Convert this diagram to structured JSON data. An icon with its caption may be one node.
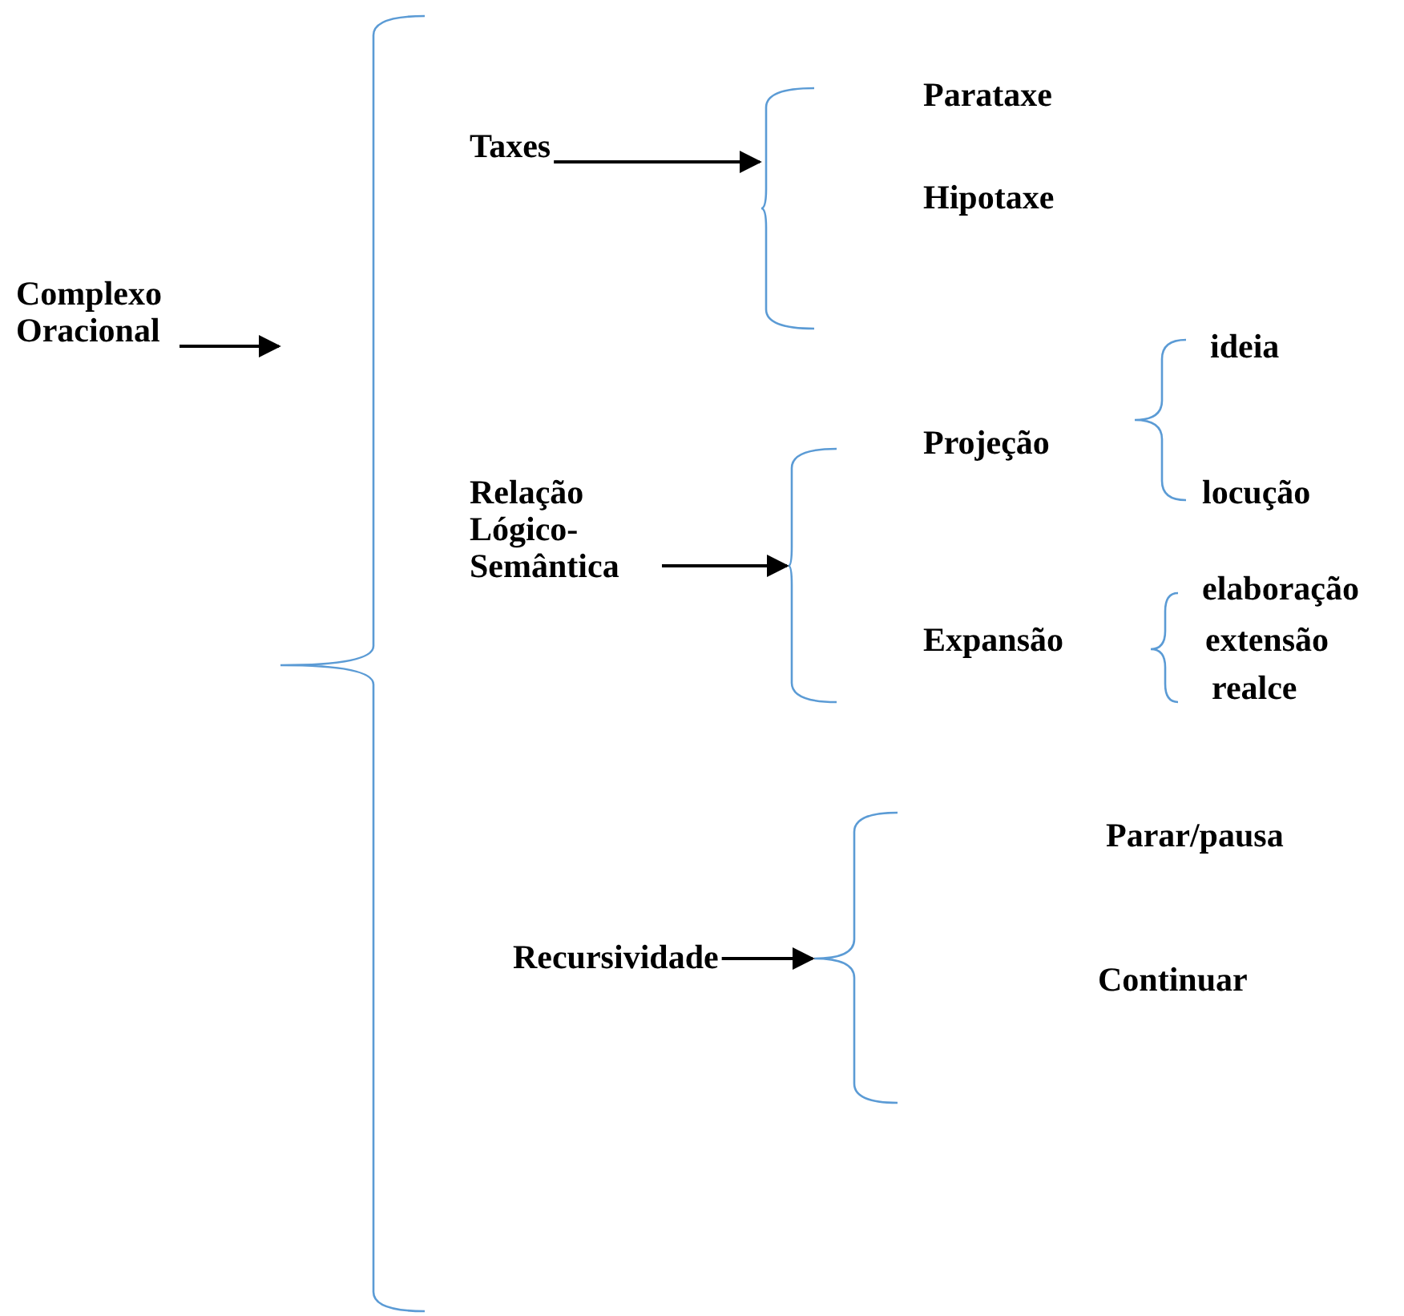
{
  "diagram": {
    "nodes": [
      {
        "text": [
          "Complexo Oracional"
        ]
      },
      {
        "text": [
          "Taxes"
        ]
      },
      {
        "text": [
          "Parataxe"
        ]
      },
      {
        "text": [
          "Hipotaxe"
        ]
      },
      {
        "text": [
          "Relação Lógico-Semântica"
        ]
      },
      {
        "text": [
          "Projeção"
        ]
      },
      {
        "text": [
          "ideia"
        ]
      },
      {
        "text": [
          "locução"
        ]
      },
      {
        "text": [
          "Expansão"
        ]
      },
      {
        "text": [
          "elaboração"
        ]
      },
      {
        "text": [
          "extensão"
        ]
      },
      {
        "text": [
          "realce"
        ]
      },
      {
        "text": [
          "Recursividade"
        ]
      },
      {
        "text": [
          "Parar/pausa"
        ]
      },
      {
        "text": [
          "Continuar"
        ]
      },
      {
        "text": [],
        "shape": "brace"
      },
      {
        "text": [],
        "shape": "brace"
      },
      {
        "text": [],
        "shape": "brace"
      },
      {
        "text": [],
        "shape": "brace"
      },
      {
        "text": [],
        "shape": "brace"
      },
      {
        "text": [],
        "shape": "brace"
      }
    ],
    "edges": [
      {
        "from": 0,
        "to": 15,
        "arrow": "to"
      },
      {
        "from": 1,
        "to": 16,
        "arrow": "to"
      },
      {
        "from": 4,
        "to": 17,
        "arrow": "to"
      },
      {
        "from": 12,
        "to": 20,
        "arrow": "to"
      }
    ]
  }
}
